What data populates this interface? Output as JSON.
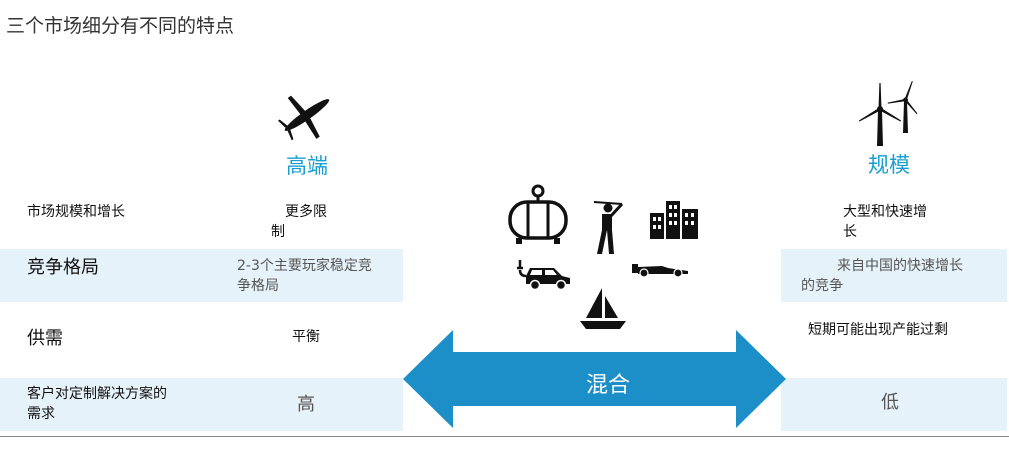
{
  "title": "三个市场细分有不同的特点",
  "segments": {
    "high_end": "高端",
    "scale": "规模",
    "mixed": "混合"
  },
  "rows": [
    {
      "label": "市场规模和增长",
      "high_end": "更多限制",
      "scale": "大型和快速增长"
    },
    {
      "label": "竞争格局",
      "high_end": "2-3个主要玩家稳定竞争格局",
      "scale": "来自中国的快速增长的竞争"
    },
    {
      "label": "供需",
      "high_end": "平衡",
      "scale": "短期可能出现产能过剩"
    },
    {
      "label": "客户对定制解决方案的需求",
      "high_end": "高",
      "scale": "低"
    }
  ],
  "icons": {
    "high_end": "airplane-icon",
    "scale": "wind-turbine-icon",
    "mixed": [
      "tank-wagon-icon",
      "golfer-icon",
      "buildings-icon",
      "electric-car-icon",
      "race-car-icon",
      "sailboat-icon"
    ]
  },
  "colors": {
    "accent": "#1a9ed0",
    "band": "#e6f2f9",
    "arrow": "#1c8fc8"
  }
}
